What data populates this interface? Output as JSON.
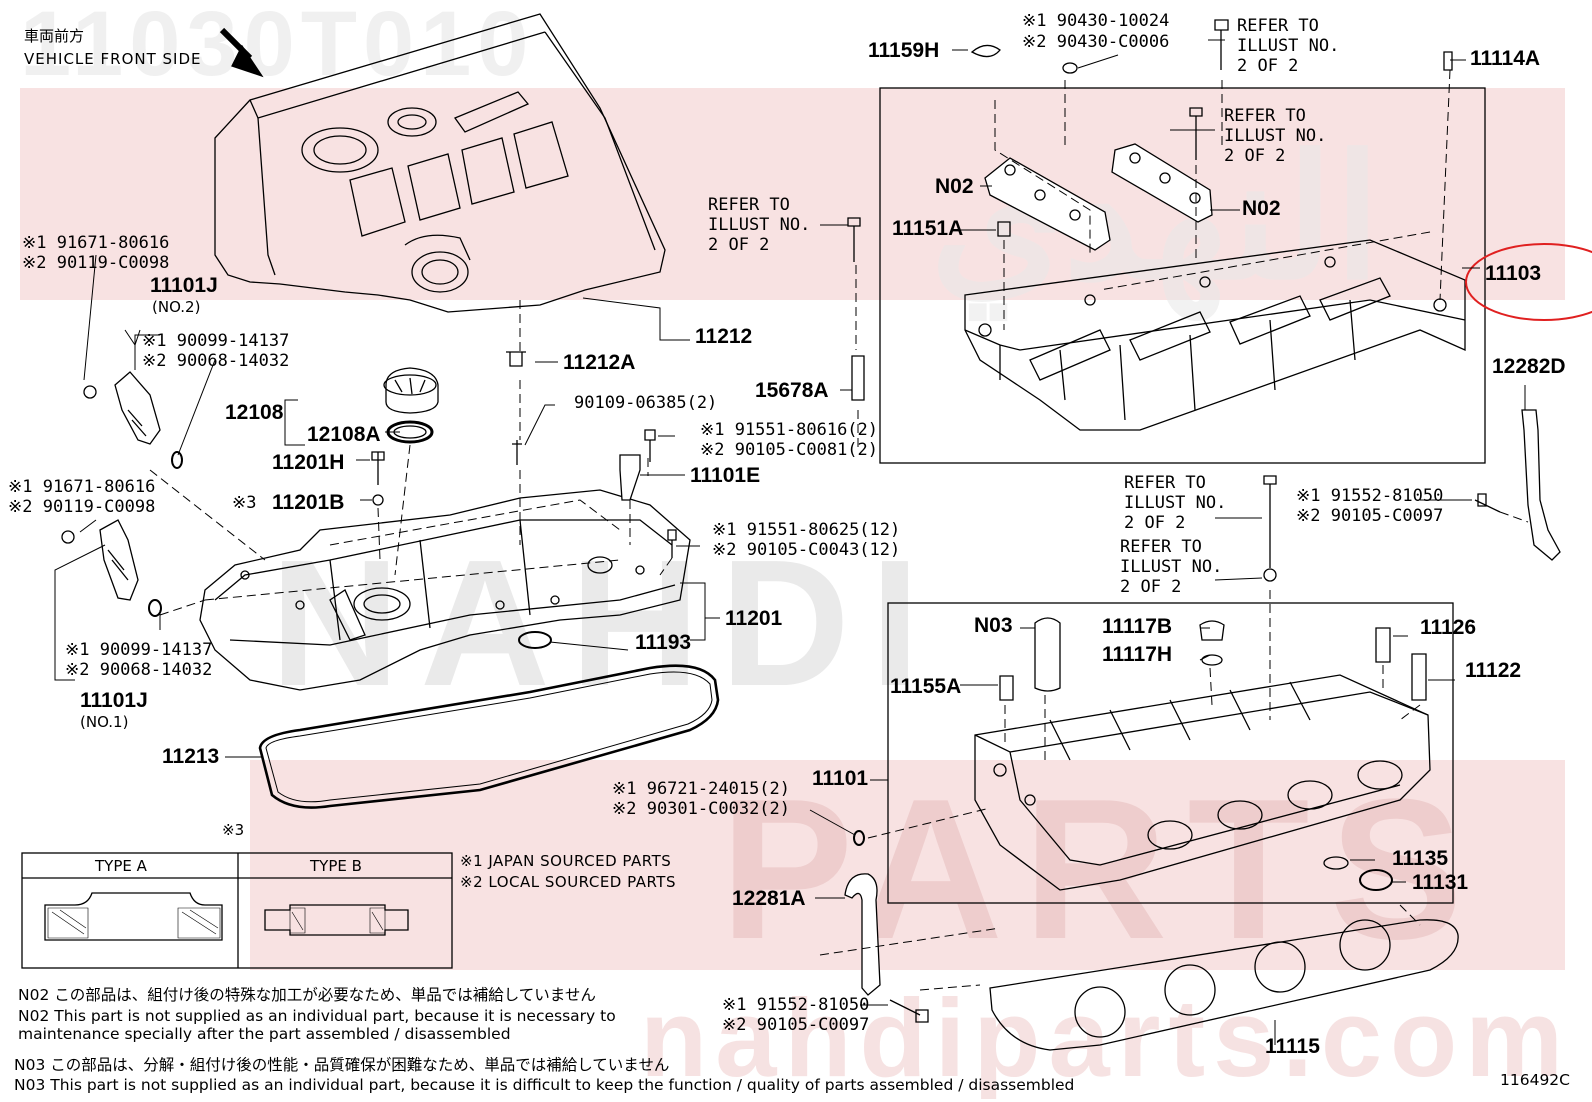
{
  "header": {
    "jp": "車両前方",
    "en": "VEHICLE FRONT SIDE"
  },
  "watermark": {
    "partno": "11030T010",
    "brand1": "NAHDI",
    "brand2": "PARTS",
    "site": "nahdiparts.com",
    "arabic": "النهدي"
  },
  "accent_color": "#e02020",
  "circled_part": "11103",
  "diagram_code": "116492C",
  "legend": {
    "mark3": "※3",
    "type_a": "TYPE A",
    "type_b": "TYPE B",
    "japan": "※1 JAPAN SOURCED PARTS",
    "local": "※2 LOCAL SOURCED PARTS"
  },
  "notes": [
    "N02  この部品は、組付け後の特殊な加工が必要なため、単品では補給していません",
    "N02  This part is not supplied as an individual part, because it is necessary to",
    "       maintenance specially after the part assembled / disassembled",
    "N03  この部品は、分解・組付け後の性能・品質確保が困難なため、単品では補給していません",
    "N03  This part is not supplied as an individual part, because it is difficult to keep the function / quality of parts  assembled / disassembled"
  ],
  "labels": {
    "l11159H": "11159H",
    "l90430a": "※1 90430-10024",
    "l90430b": "※2 90430-C0006",
    "ref1a": "REFER TO",
    "ref1b": "ILLUST NO.",
    "ref1c": "2 OF 2",
    "l11114A": "11114A",
    "ref2a": "REFER TO",
    "ref2b": "ILLUST NO.",
    "ref2c": "2 OF 2",
    "n02a": "N02",
    "n02b": "N02",
    "ref3a": "REFER TO",
    "ref3b": "ILLUST NO.",
    "ref3c": "2 OF 2",
    "l11151A": "11151A",
    "l15678A": "15678A",
    "l12282D": "12282D",
    "l91671a": "※1 91671-80616",
    "l90119a": "※2 90119-C0098",
    "l11101J2": "11101J",
    "no2": "(NO.2)",
    "l90099a": "※1 90099-14137",
    "l90068a": "※2 90068-14032",
    "l11212": "11212",
    "l11212A": "11212A",
    "l12108": "12108",
    "l12108A": "12108A",
    "l90109": "90109-06385(2)",
    "l91551a": "※1 91551-80616(2)",
    "l90105a": "※2 90105-C0081(2)",
    "l11201H": "11201H",
    "l11101E": "11101E",
    "mk3": "※3",
    "l11201B": "11201B",
    "l91671b": "※1 91671-80616",
    "l90119b": "※2 90119-C0098",
    "l91551b": "※1 91551-80625(12)",
    "l90105b": "※2 90105-C0043(12)",
    "ref4a": "REFER TO",
    "ref4b": "ILLUST NO.",
    "ref4c": "2 OF 2",
    "ref5a": "REFER TO",
    "ref5b": "ILLUST NO.",
    "ref5c": "2 OF 2",
    "l91552a": "※1 91552-81050",
    "l90105c": "※2 90105-C0097",
    "l11201": "11201",
    "l11193": "11193",
    "l90099b": "※1 90099-14137",
    "l90068b": "※2 90068-14032",
    "l11101J1": "11101J",
    "no1": "(NO.1)",
    "n03": "N03",
    "l11117B": "11117B",
    "l11117H": "11117H",
    "l11126": "11126",
    "l11122": "11122",
    "l11155A": "11155A",
    "l11213": "11213",
    "l11101": "11101",
    "l96721": "※1 96721-24015(2)",
    "l90301": "※2 90301-C0032(2)",
    "l11135": "11135",
    "l11131": "11131",
    "l12281A": "12281A",
    "l91552b": "※1 91552-81050",
    "l90105d": "※2 90105-C0097",
    "l11115": "11115"
  }
}
